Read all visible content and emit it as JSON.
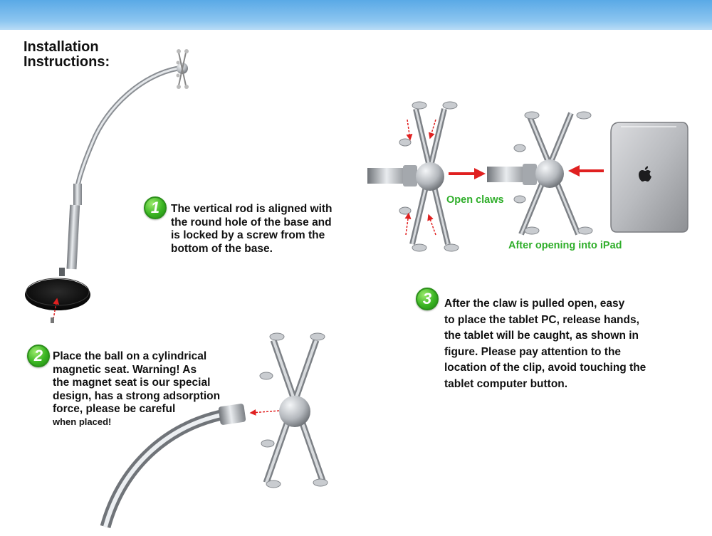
{
  "header": {
    "title_lines": [
      "Installation",
      "Instructions:"
    ]
  },
  "colors": {
    "band_top": "#5aa9e6",
    "badge_green": "#3bb523",
    "label_green": "#2fae2a",
    "arrow_red": "#e02020"
  },
  "steps": [
    {
      "number": "1",
      "lines": [
        "The vertical rod is aligned with",
        "the round hole of the base and",
        "is locked by a screw from the",
        "bottom of the base."
      ]
    },
    {
      "number": "2",
      "lines": [
        "Place the ball on a cylindrical",
        "magnetic seat. Warning! As",
        "the magnet seat is our special",
        "design, has a strong adsorption",
        "force, please be careful",
        "when placed!"
      ]
    },
    {
      "number": "3",
      "lines": [
        "After the claw is pulled open, easy",
        "to place the tablet PC, release hands,",
        "the tablet will be caught, as shown in",
        "figure. Please pay attention to the",
        "location of the clip, avoid touching the",
        "tablet computer button."
      ]
    }
  ],
  "labels": {
    "open_claws": "Open claws",
    "after_opening": "After opening into iPad"
  },
  "icons": {
    "tablet_logo": "apple-logo-icon"
  }
}
